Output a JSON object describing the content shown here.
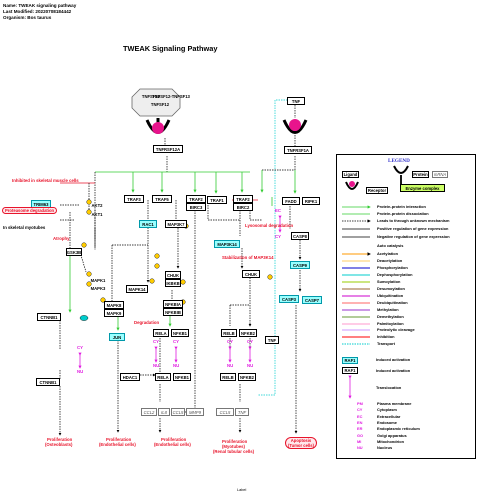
{
  "header": {
    "name": "Name: TWEAK signaling pathway",
    "modified": "Last Modified: 20220708184442",
    "organism": "Organism: Bos taurus"
  },
  "title": "TWEAK Signaling Pathway",
  "nodes": {
    "tnfsf12": "TNFSF12",
    "tnfsf13": "TNFSF12-TNFSF13",
    "tnfsf12b": "TNFSF12",
    "tnf": "TNF",
    "tnfrsf12a": "TNFRSF12A",
    "tnfrsf1a": "TNFRSF1A",
    "traf3": "TRAF3",
    "traf5": "TRAF5",
    "traf2": "TRAF2",
    "traf1": "TRAF1",
    "traf2b": "TRAF2",
    "birc3": "BIRC3",
    "birc2": "BIRC2",
    "fadd": "FADD",
    "ripk1": "RIPK1",
    "rac1": "RAC1",
    "map3k7": "MAP3K7",
    "map3k14": "MAP3K14",
    "casp8": "CASP8",
    "casp9": "CASP9",
    "casp3": "CASP3",
    "casp7": "CASP7",
    "akt2": "AKT2",
    "akt1": "AKT1",
    "trim63": "TRIM63",
    "gsk3b": "GSK3B",
    "mapk1": "MAPK1",
    "mapk3": "MAPK3",
    "mapk14": "MAPK14",
    "chuk": "CHUK",
    "ikbkb": "IKBKB",
    "chuk2": "CHUK",
    "mapk8": "MAPK8",
    "mapk9": "MAPK9",
    "nfkbia": "NFKBIA",
    "nfkbib": "NFKBIB",
    "ctnnb1": "CTNNB1",
    "jun": "JUN",
    "rela": "RELA",
    "nfkb1": "NFKB1",
    "relb": "RELB",
    "nfkb2": "NFKB2",
    "tnf2": "TNF",
    "ctnnb1b": "CTNNB1",
    "hdac1": "HDAC1",
    "rela2": "RELA",
    "nfkb1b": "NFKB1",
    "relb2": "RELB",
    "nfkb2b": "NFKB2",
    "ccl2": "CCL2",
    "il8": "IL8",
    "ccl5": "CCL5",
    "mmp9": "MMP9",
    "ccl5b": "CCL5",
    "tnf3": "TNF"
  },
  "labels": {
    "inhibited": "Inhibited in skeletal muscle cells",
    "proteasome": "Proteasome degradation",
    "skeletal_myotubes": "In skeletal myotubes",
    "atrophy": "Atrophy",
    "degradation": "Degradation",
    "lysosomal": "Lysosomal degradation",
    "stabilization": "Stabilization of MAP3K14",
    "ec": "EC",
    "cy1": "CY",
    "cy2": "CY",
    "nu1": "NU",
    "cy3": "CY",
    "nu2": "NU",
    "cy4": "CY",
    "nu3": "NU",
    "cy5": "CY",
    "nu4": "NU",
    "cy6": "CY",
    "nu5": "NU",
    "cy7": "CY",
    "nu6": "NU"
  },
  "outcomes": {
    "p1": "Proliferation",
    "p1s": "(Osteoblasts)",
    "p2": "Proliferation",
    "p2s": "(Endothelial cells)",
    "p3": "Proliferation",
    "p3s": "(Endothelial cells)",
    "p4": "Proliferation",
    "p4s": "(Myotubes)",
    "p4t": "(Renal tubular cells)",
    "ap": "Apoptosis",
    "aps": "(Tumor cells)"
  },
  "legend": {
    "title": "LEGEND",
    "ligand": "Ligand",
    "protein": "Protein",
    "mrna": "mRNA",
    "receptor": "Receptor",
    "enzyme": "Enzyme complex",
    "rows": [
      "Protein-protein interaction",
      "Protein-protein dissociation",
      "Leads to through unknown mechanism",
      "Positive regulation of gene expression",
      "Negative regulation of gene expression",
      "Auto catalysis",
      "Acetylation",
      "Deacetylation",
      "Phosphorylation",
      "Dephosphorylation",
      "Sumoylation",
      "Desumoylation",
      "Ubiquitination",
      "Deubiquitination",
      "Methylation",
      "Demethylation",
      "Palmitoylation",
      "Proteolytic cleavage",
      "Inhibition",
      "Transport",
      "Induced activation",
      "Induced activation",
      "Translocation"
    ],
    "raf1a": "RAF1",
    "raf1b": "RAF1",
    "loc_codes": [
      "PM",
      "CY",
      "EC",
      "EN",
      "ER",
      "GO",
      "MI",
      "NU"
    ],
    "loc_names": [
      "Plasma membrane",
      "Cytoplasm",
      "Extracellular",
      "Endosome",
      "Endoplasmic reticulum",
      "Golgi apparatus",
      "Mitochondrion",
      "Nucleus"
    ]
  },
  "footer": "Label",
  "colors": {
    "green": "#33cc33",
    "red": "#e8142b",
    "magenta": "#e01ae0",
    "cyan": "#00cccc",
    "receptor": "#e8148c",
    "enzyme": "#ccff66"
  }
}
